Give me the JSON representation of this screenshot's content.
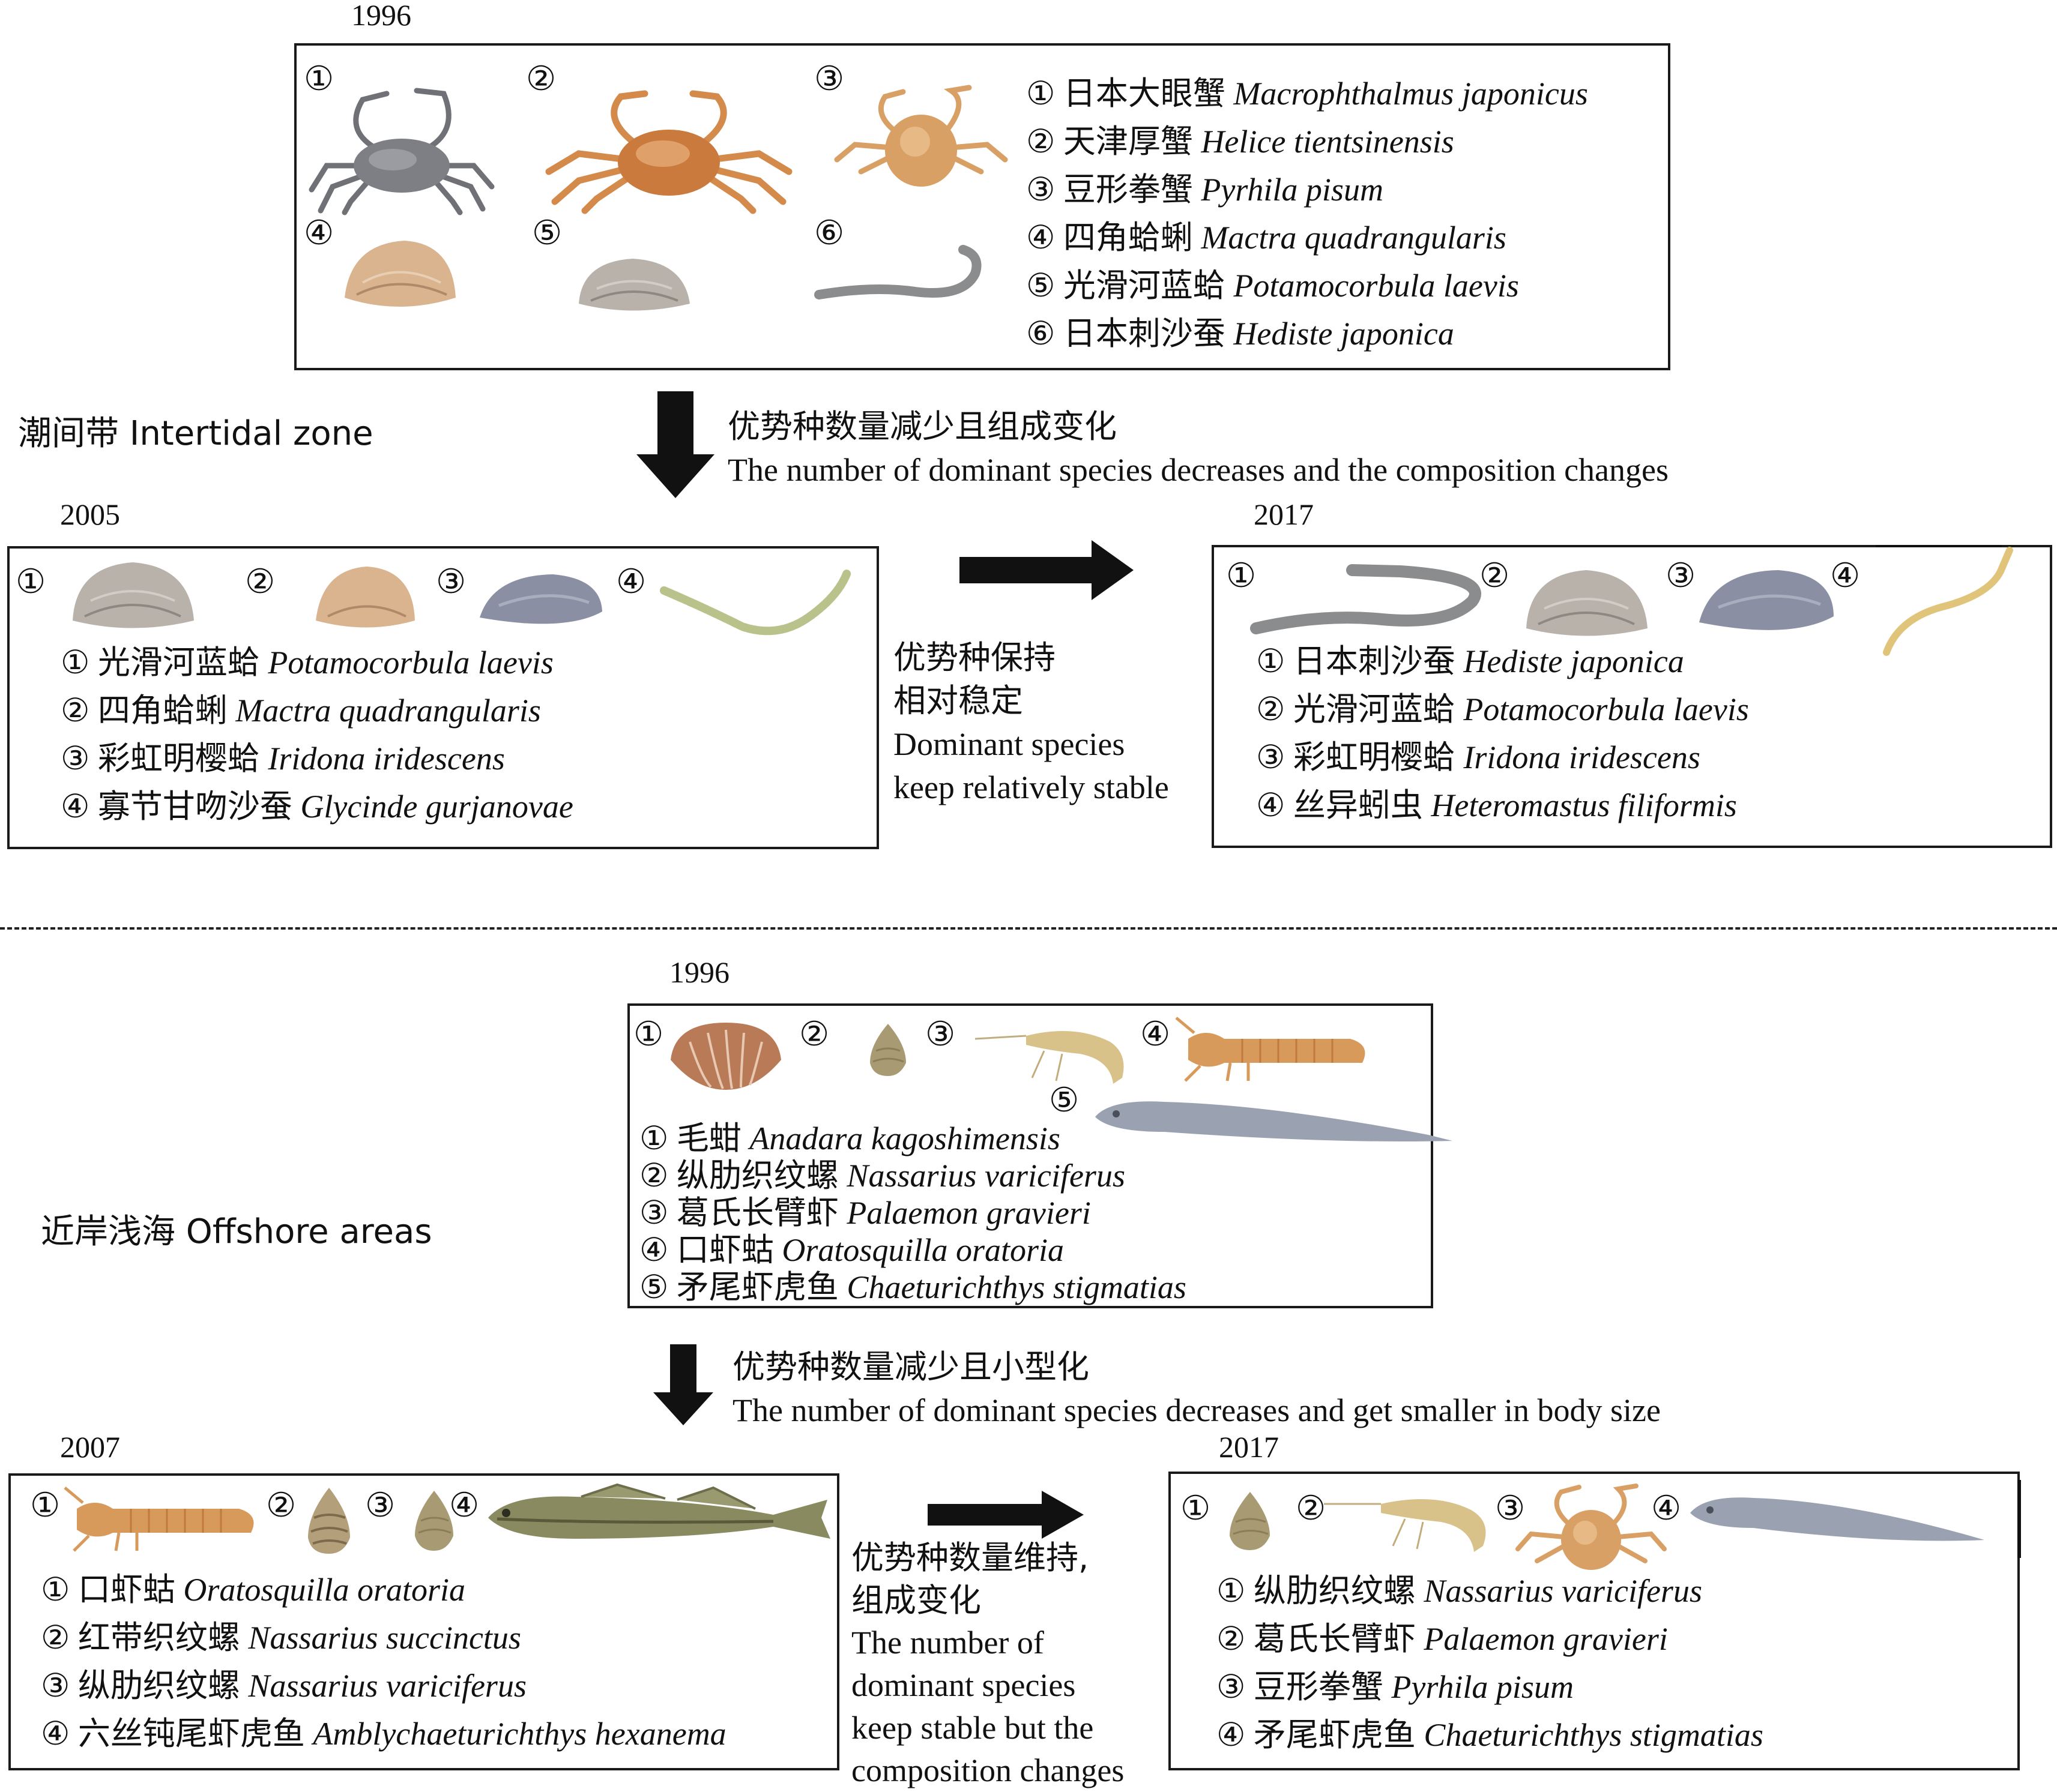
{
  "zones": {
    "intertidal": {
      "label": "潮间带 Intertidal zone",
      "y1996": {
        "year": "1996",
        "species": [
          {
            "num": "①",
            "cn": "日本大眼蟹",
            "latin": "Macrophthalmus japonicus"
          },
          {
            "num": "②",
            "cn": "天津厚蟹",
            "latin": "Helice tientsinensis"
          },
          {
            "num": "③",
            "cn": "豆形拳蟹",
            "latin": "Pyrhila pisum"
          },
          {
            "num": "④",
            "cn": "四角蛤蜊",
            "latin": "Mactra quadrangularis"
          },
          {
            "num": "⑤",
            "cn": "光滑河蓝蛤",
            "latin": "Potamocorbula laevis"
          },
          {
            "num": "⑥",
            "cn": "日本刺沙蚕",
            "latin": "Hediste japonica"
          }
        ]
      },
      "down_transition": {
        "cn": "优势种数量减少且组成变化",
        "en": "The number of dominant species decreases and the composition changes"
      },
      "y2005": {
        "year": "2005",
        "species": [
          {
            "num": "①",
            "cn": "光滑河蓝蛤",
            "latin": "Potamocorbula laevis"
          },
          {
            "num": "②",
            "cn": "四角蛤蜊",
            "latin": "Mactra quadrangularis"
          },
          {
            "num": "③",
            "cn": "彩虹明樱蛤",
            "latin": "Iridona iridescens"
          },
          {
            "num": "④",
            "cn": "寡节甘吻沙蚕",
            "latin": "Glycinde gurjanovae"
          }
        ]
      },
      "side_transition": {
        "lines": [
          "优势种保持",
          "相对稳定",
          "Dominant species",
          "keep relatively stable"
        ]
      },
      "y2017": {
        "year": "2017",
        "species": [
          {
            "num": "①",
            "cn": "日本刺沙蚕",
            "latin": "Hediste japonica"
          },
          {
            "num": "②",
            "cn": "光滑河蓝蛤",
            "latin": "Potamocorbula laevis"
          },
          {
            "num": "③",
            "cn": "彩虹明樱蛤",
            "latin": "Iridona iridescens"
          },
          {
            "num": "④",
            "cn": "丝异蚓虫",
            "latin": "Heteromastus filiformis"
          }
        ]
      }
    },
    "offshore": {
      "label": "近岸浅海 Offshore areas",
      "y1996": {
        "year": "1996",
        "species": [
          {
            "num": "①",
            "cn": "毛蚶",
            "latin": "Anadara kagoshimensis"
          },
          {
            "num": "②",
            "cn": "纵肋织纹螺",
            "latin": "Nassarius variciferus"
          },
          {
            "num": "③",
            "cn": "葛氏长臂虾",
            "latin": "Palaemon gravieri"
          },
          {
            "num": "④",
            "cn": "口虾蛄",
            "latin": "Oratosquilla oratoria"
          },
          {
            "num": "⑤",
            "cn": "矛尾虾虎鱼",
            "latin": "Chaeturichthys stigmatias"
          }
        ]
      },
      "down_transition": {
        "cn": "优势种数量减少且小型化",
        "en": "The number of dominant species decreases and get smaller in body size"
      },
      "y2007": {
        "year": "2007",
        "species": [
          {
            "num": "①",
            "cn": "口虾蛄",
            "latin": "Oratosquilla oratoria"
          },
          {
            "num": "②",
            "cn": "红带织纹螺",
            "latin": "Nassarius succinctus"
          },
          {
            "num": "③",
            "cn": "纵肋织纹螺",
            "latin": "Nassarius variciferus"
          },
          {
            "num": "④",
            "cn": "六丝钝尾虾虎鱼",
            "latin": "Amblychaeturichthys hexanema"
          }
        ]
      },
      "side_transition": {
        "lines": [
          "优势种数量维持,",
          "组成变化",
          "The number of",
          "dominant species",
          "keep stable but the",
          "composition changes"
        ]
      },
      "y2017": {
        "year": "2017",
        "species": [
          {
            "num": "①",
            "cn": "纵肋织纹螺",
            "latin": "Nassarius variciferus"
          },
          {
            "num": "②",
            "cn": "葛氏长臂虾",
            "latin": "Palaemon gravieri"
          },
          {
            "num": "③",
            "cn": "豆形拳蟹",
            "latin": "Pyrhila pisum"
          },
          {
            "num": "④",
            "cn": "矛尾虾虎鱼",
            "latin": "Chaeturichthys stigmatias"
          }
        ]
      }
    }
  },
  "colors": {
    "crab_gray": "#7d7f85",
    "crab_orange": "#d98a4a",
    "crab_tan": "#d9a066",
    "clam_tan": "#d9b48f",
    "clam_gray": "#b8b2ab",
    "clam_blue": "#8a8fa3",
    "worm_gray": "#8a8c8e",
    "worm_green": "#b9c28a",
    "worm_yellow": "#e0c47a",
    "ark_shell": "#b97a58",
    "snail": "#a89a72",
    "shrimp": "#d8c28a",
    "mantis": "#d89a5a",
    "goby": "#9aa2b2",
    "fish": "#8a8a60",
    "arrow": "#111111"
  }
}
